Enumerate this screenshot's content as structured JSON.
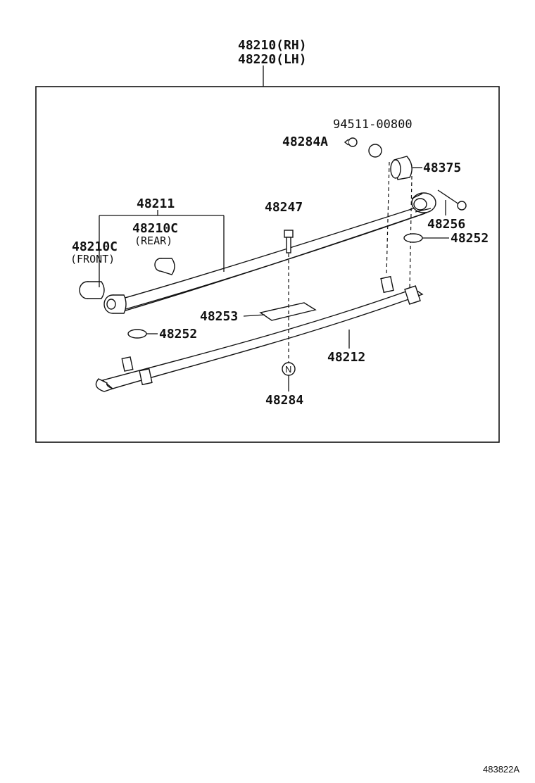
{
  "assembly": {
    "rh": "48210(RH)",
    "lh": "48220(LH)"
  },
  "parts": {
    "nut_code": "94511-00800",
    "p48284A": "48284A",
    "p48375": "48375",
    "p48211": "48211",
    "p48247": "48247",
    "p48210C": "48210C",
    "rear": "(REAR)",
    "p48210C_front": "48210C",
    "front": "(FRONT)",
    "p48256": "48256",
    "p48252_right": "48252",
    "p48253": "48253",
    "p48252_left": "48252",
    "p48212": "48212",
    "p48284": "48284"
  },
  "figure_ref": "483822A"
}
